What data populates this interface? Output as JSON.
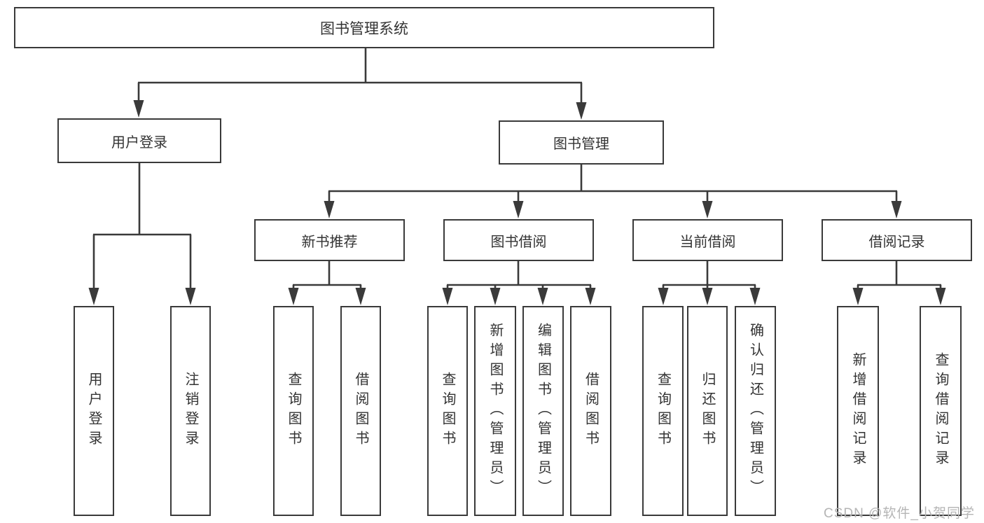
{
  "watermark": "CSDN @软件_小贺同学",
  "colors": {
    "line": "#3a3a3a",
    "text": "#333333",
    "box_bg": "#ffffff",
    "watermark": "#b5b5b5"
  },
  "root": {
    "label": "图书管理系统"
  },
  "login": {
    "label": "用户登录",
    "children": [
      {
        "label": "用户登录"
      },
      {
        "label": "注销登录"
      }
    ]
  },
  "management": {
    "label": "图书管理"
  },
  "modules": [
    {
      "label": "新书推荐",
      "children": [
        {
          "label": "查询图书"
        },
        {
          "label": "借阅图书"
        }
      ]
    },
    {
      "label": "图书借阅",
      "children": [
        {
          "label": "查询图书"
        },
        {
          "label": "新增图书（管理员）"
        },
        {
          "label": "编辑图书（管理员）"
        },
        {
          "label": "借阅图书"
        }
      ]
    },
    {
      "label": "当前借阅",
      "children": [
        {
          "label": "查询图书"
        },
        {
          "label": "归还图书"
        },
        {
          "label": "确认归还（管理员）"
        }
      ]
    },
    {
      "label": "借阅记录",
      "children": [
        {
          "label": "新增借阅记录"
        },
        {
          "label": "查询借阅记录"
        }
      ]
    }
  ]
}
